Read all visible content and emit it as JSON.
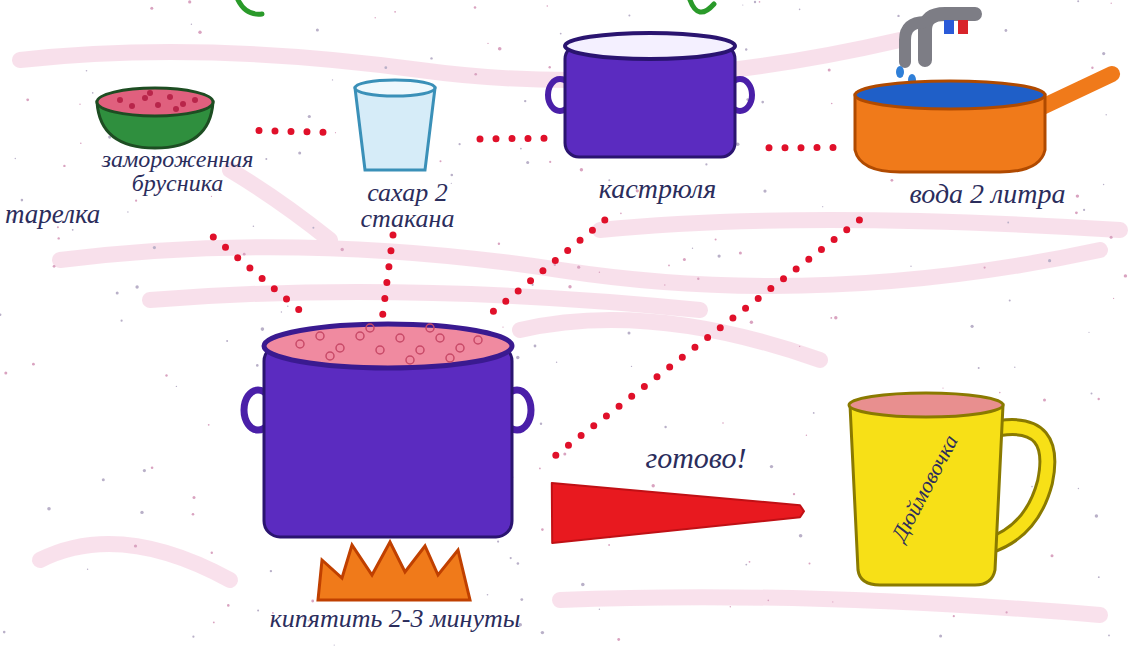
{
  "diagram": {
    "nodes": [
      {
        "text": [
          "замороженная брусника",
          "тарелка"
        ]
      },
      {
        "text": [
          "сахар 2 стакана"
        ]
      },
      {
        "text": [
          "кастрюля"
        ]
      },
      {
        "text": [
          "вода 2 литра"
        ]
      },
      {
        "text": [
          "кипятить 2-3 минуты"
        ]
      },
      {
        "text": [
          "Дюймовочка"
        ]
      }
    ],
    "edges": [
      {
        "from": 0,
        "to": 1,
        "arrow": "none"
      },
      {
        "from": 1,
        "to": 2,
        "arrow": "none"
      },
      {
        "from": 2,
        "to": 3,
        "arrow": "none"
      },
      {
        "from": 0,
        "to": 4,
        "arrow": "none"
      },
      {
        "from": 1,
        "to": 4,
        "arrow": "none"
      },
      {
        "from": 2,
        "to": 4,
        "arrow": "none"
      },
      {
        "from": 3,
        "to": 4,
        "arrow": "none"
      },
      {
        "from": 4,
        "to": 5,
        "label": "готово!",
        "arrow": "to"
      }
    ]
  }
}
